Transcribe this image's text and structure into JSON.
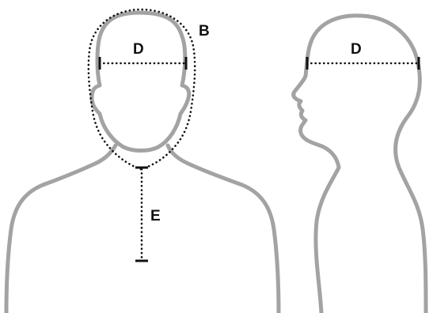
{
  "labels": {
    "front_circumference": "B",
    "front_width": "D",
    "neck_to_chest": "E",
    "side_width": "D"
  },
  "colors": {
    "silhouette": "#a3a3a3",
    "measurement": "#111111",
    "text": "#111111",
    "background": "#ffffff"
  }
}
